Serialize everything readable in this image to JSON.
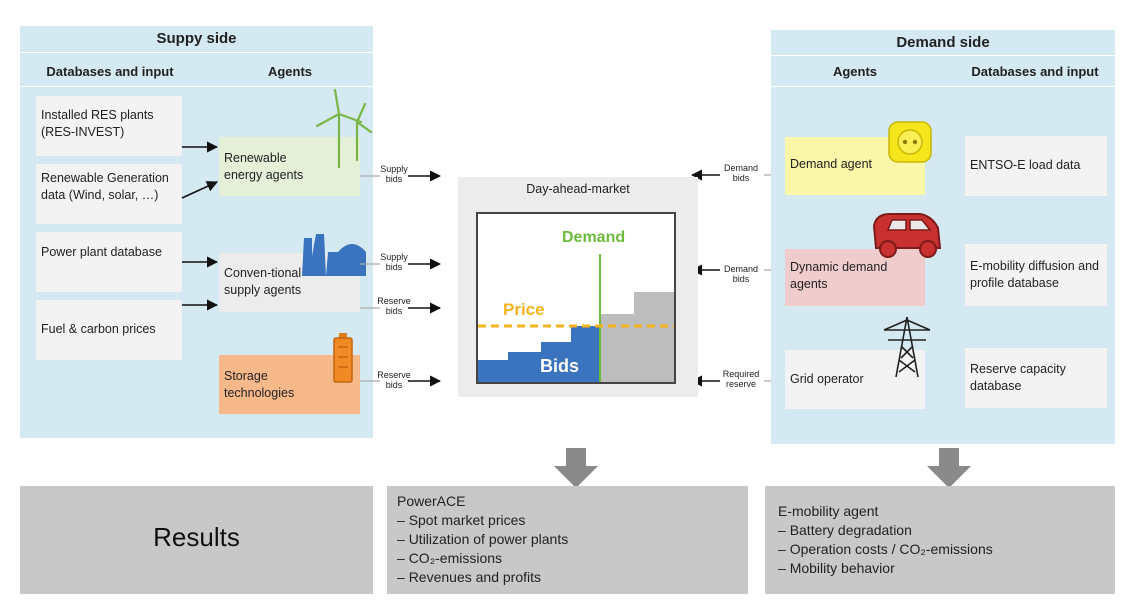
{
  "supply": {
    "title": "Suppy side",
    "col_db": "Databases and input",
    "col_agents": "Agents",
    "inputs": [
      "Installed RES plants (RES-INVEST)",
      "Renewable Generation data (Wind, solar, …)",
      "Power plant database",
      "Fuel & carbon prices"
    ],
    "agents": [
      "Renewable energy agents",
      "Conven-tional supply agents",
      "Storage technologies"
    ]
  },
  "demand": {
    "title": "Demand side",
    "col_agents": "Agents",
    "col_db": "Databases and input",
    "agents": [
      "Demand agent",
      "Dynamic demand agents",
      "Grid operator"
    ],
    "inputs": [
      "ENTSO-E load data",
      "E-mobility diffusion and profile database",
      "Reserve capacity database"
    ]
  },
  "labels": {
    "supply_bids_1": "Supply bids",
    "supply_bids_2": "Supply bids",
    "reserve_bids_1": "Reserve bids",
    "reserve_bids_2": "Reserve bids",
    "demand_bids_1": "Demand bids",
    "demand_bids_2": "Demand bids",
    "required_reserve": "Required reserve"
  },
  "market": {
    "title": "Day-ahead-market",
    "demand_label": "Demand",
    "price_label": "Price",
    "bids_label": "Bids"
  },
  "results": {
    "title": "Results",
    "powerace_title": "PowerACE",
    "powerace_items": [
      "Spot market prices",
      "Utilization of power plants",
      "CO₂-emissions",
      "Revenues and profits"
    ],
    "emob_title": "E-mobility agent",
    "emob_items": [
      "Battery degradation",
      "Operation costs / CO₂-emissions",
      "Mobility behavior"
    ]
  },
  "colors": {
    "panel": "#d4e9f2",
    "renewable_agent": "#e4f0d8",
    "storage_agent": "#f7b88a",
    "demand_agent": "#fbf7a8",
    "dynamic_agent": "#f1cccc",
    "bids_blue": "#3a74be",
    "price_orange": "#f5b41c",
    "demand_green": "#6dbb3d"
  }
}
